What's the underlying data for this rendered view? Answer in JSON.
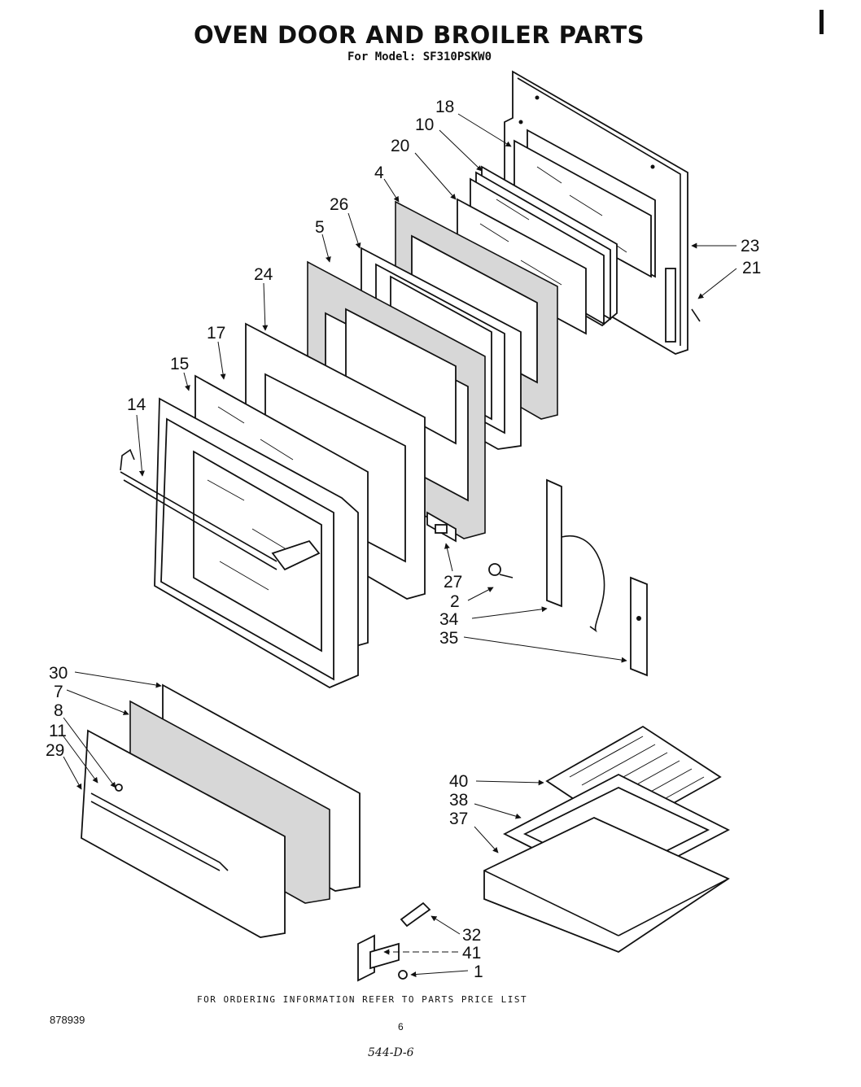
{
  "document": {
    "title": "OVEN DOOR AND BROILER PARTS",
    "model_line": "For Model: SF310PSKW0",
    "ordering_note": "FOR ORDERING INFORMATION REFER TO PARTS PRICE LIST",
    "doc_number": "878939",
    "page_number": "6",
    "handwritten_code": "544-D-6"
  },
  "callouts": [
    {
      "id": "c18",
      "label": "18"
    },
    {
      "id": "c10",
      "label": "10"
    },
    {
      "id": "c20",
      "label": "20"
    },
    {
      "id": "c4",
      "label": "4"
    },
    {
      "id": "c26",
      "label": "26"
    },
    {
      "id": "c5",
      "label": "5"
    },
    {
      "id": "c24",
      "label": "24"
    },
    {
      "id": "c17",
      "label": "17"
    },
    {
      "id": "c15",
      "label": "15"
    },
    {
      "id": "c14",
      "label": "14"
    },
    {
      "id": "c23",
      "label": "23"
    },
    {
      "id": "c21",
      "label": "21"
    },
    {
      "id": "c27",
      "label": "27"
    },
    {
      "id": "c2",
      "label": "2"
    },
    {
      "id": "c34",
      "label": "34"
    },
    {
      "id": "c35",
      "label": "35"
    },
    {
      "id": "c30",
      "label": "30"
    },
    {
      "id": "c7",
      "label": "7"
    },
    {
      "id": "c8",
      "label": "8"
    },
    {
      "id": "c11",
      "label": "11"
    },
    {
      "id": "c29",
      "label": "29"
    },
    {
      "id": "c40",
      "label": "40"
    },
    {
      "id": "c38",
      "label": "38"
    },
    {
      "id": "c37",
      "label": "37"
    },
    {
      "id": "c32",
      "label": "32"
    },
    {
      "id": "c41",
      "label": "41"
    },
    {
      "id": "c1",
      "label": "1"
    }
  ]
}
